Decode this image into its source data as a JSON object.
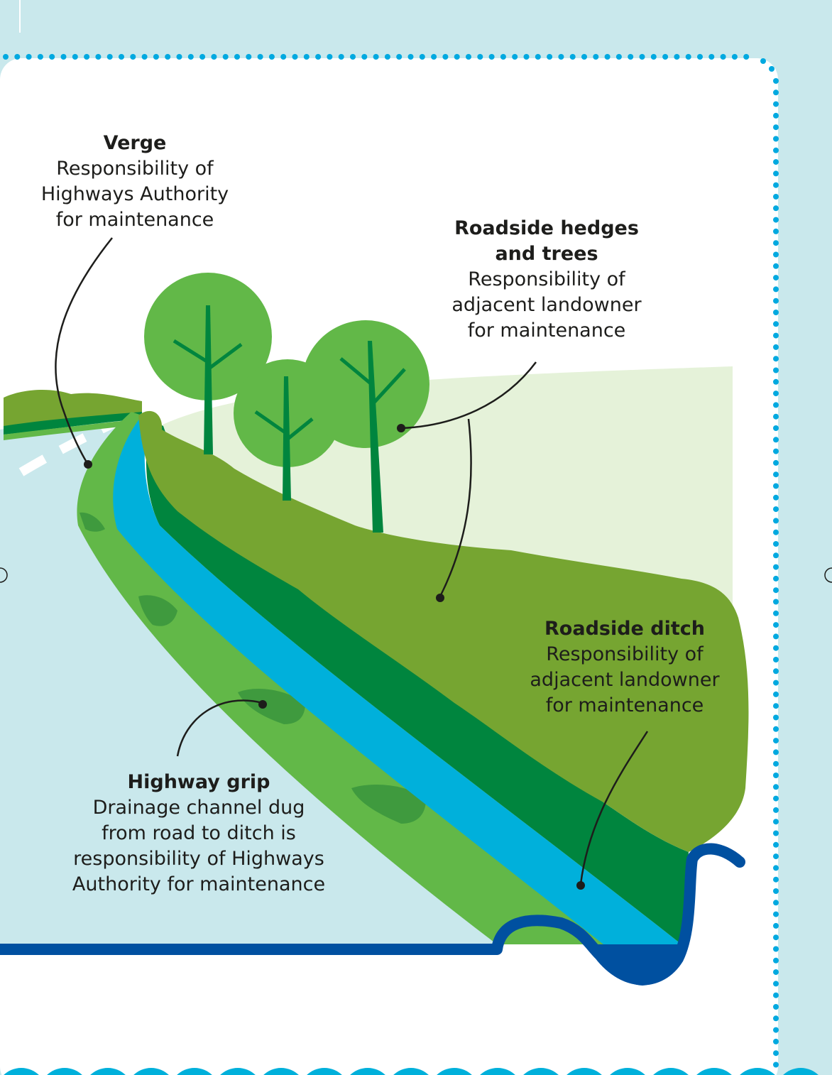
{
  "labels": {
    "verge": {
      "title": "Verge",
      "lines": [
        "Responsibility of",
        "Highways Authority",
        "for maintenance"
      ]
    },
    "hedges": {
      "title_lines": [
        "Roadside hedges",
        "and trees"
      ],
      "lines": [
        "Responsibility of",
        "adjacent landowner",
        "for maintenance"
      ]
    },
    "ditch": {
      "title": "Roadside ditch",
      "lines": [
        "Responsibility of",
        "adjacent landowner",
        "for maintenance"
      ]
    },
    "grip": {
      "title": "Highway grip",
      "lines": [
        "Drainage channel dug",
        "from road to ditch is",
        "responsibility of Highways",
        "Authority for maintenance"
      ]
    }
  },
  "colors": {
    "background": "#c9e8ec",
    "panel": "#ffffff",
    "dots": "#00a9e0",
    "bank": "#76a531",
    "dark_green": "#00853e",
    "verge_green": "#62b848",
    "tree_green": "#62b848",
    "ditch_water": "#00b0db",
    "field": "#e5f2d9",
    "profile_blue": "#0050a0"
  }
}
